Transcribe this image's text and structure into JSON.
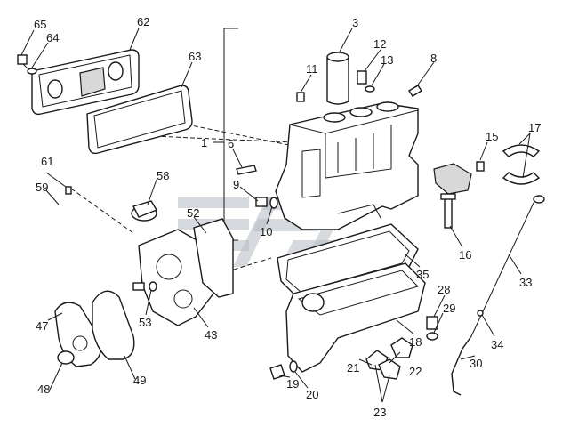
{
  "callouts": {
    "c1": "1",
    "c3": "3",
    "c6": "6",
    "c8": "8",
    "c9": "9",
    "c10": "10",
    "c11": "11",
    "c12": "12",
    "c13": "13",
    "c15": "15",
    "c16": "16",
    "c17": "17",
    "c18": "18",
    "c19": "19",
    "c20": "20",
    "c21": "21",
    "c22": "22",
    "c23": "23",
    "c28": "28",
    "c29": "29",
    "c30": "30",
    "c33": "33",
    "c34": "34",
    "c35": "35",
    "c43": "43",
    "c47": "47",
    "c48": "48",
    "c49": "49",
    "c52": "52",
    "c53": "53",
    "c58": "58",
    "c59": "59",
    "c61": "61",
    "c62": "62",
    "c63": "63",
    "c64": "64",
    "c65": "65"
  },
  "colors": {
    "ink": "#1a1a1a",
    "watermark": "#b5bcc2",
    "background": "#ffffff"
  }
}
